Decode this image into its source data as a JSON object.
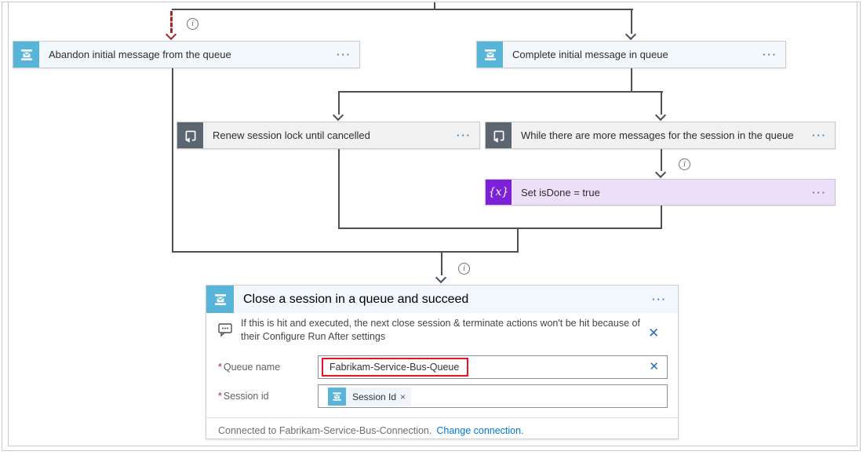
{
  "ui": {
    "ellipsis": "···",
    "info_glyph": "i",
    "close_x": "✕",
    "token_remove": "×",
    "required_mark": "*"
  },
  "colors": {
    "service_bus_blue": "#59B4D9",
    "loop_gray": "#5C6670",
    "variable_purple": "#7C21D6",
    "card_blue_bg": "#F3F8FC",
    "variable_bg": "#ECE0F8",
    "connector": "#4C4F53",
    "run_after_red": "#A4262C",
    "annotation_red": "#E81123",
    "link_blue": "#0078D4"
  },
  "nodes": {
    "abandon": {
      "title": "Abandon initial message from the queue"
    },
    "complete": {
      "title": "Complete initial message in queue"
    },
    "renew": {
      "title": "Renew session lock until cancelled"
    },
    "while_loop": {
      "title": "While there are more messages for the session in the queue"
    },
    "set_variable": {
      "title": "Set isDone = true",
      "icon_glyph": "{x}"
    },
    "close_session": {
      "title": "Close a session in a queue and succeed",
      "note": "If this is hit and executed, the next close session & terminate actions won't be hit because of their Configure Run After settings",
      "fields": {
        "queue_name": {
          "label": "Queue name",
          "value": "Fabrikam-Service-Bus-Queue"
        },
        "session_id": {
          "label": "Session id",
          "token": "Session Id"
        }
      },
      "footer": {
        "status": "Connected to Fabrikam-Service-Bus-Connection.",
        "link": "Change connection."
      }
    }
  }
}
